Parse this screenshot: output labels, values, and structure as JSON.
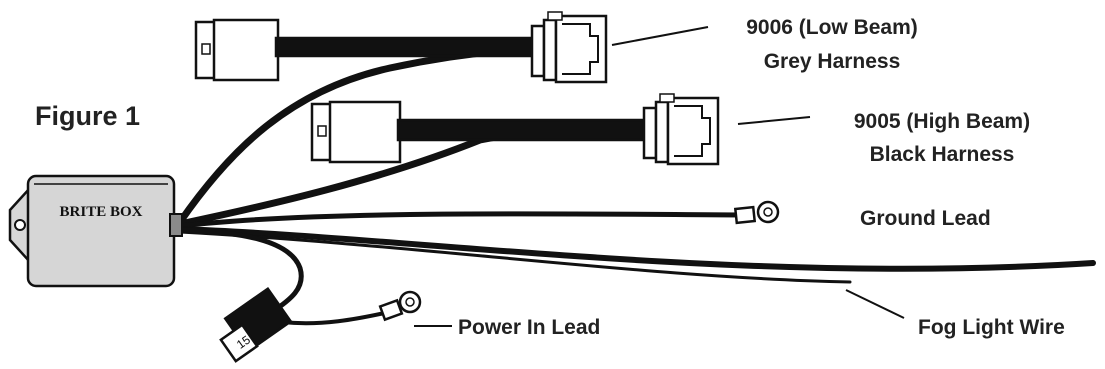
{
  "figure_title": "Figure 1",
  "box_label": "BRITE BOX",
  "labels": {
    "low_beam_line1": "9006 (Low Beam)",
    "low_beam_line2": "Grey Harness",
    "high_beam_line1": "9005 (High Beam)",
    "high_beam_line2": "Black Harness",
    "ground_lead": "Ground Lead",
    "power_in_lead": "Power In Lead",
    "fog_light_wire": "Fog Light Wire"
  },
  "colors": {
    "wire": "#111111",
    "box_fill": "#d6d6d6",
    "outline": "#111111",
    "text": "#222222"
  }
}
